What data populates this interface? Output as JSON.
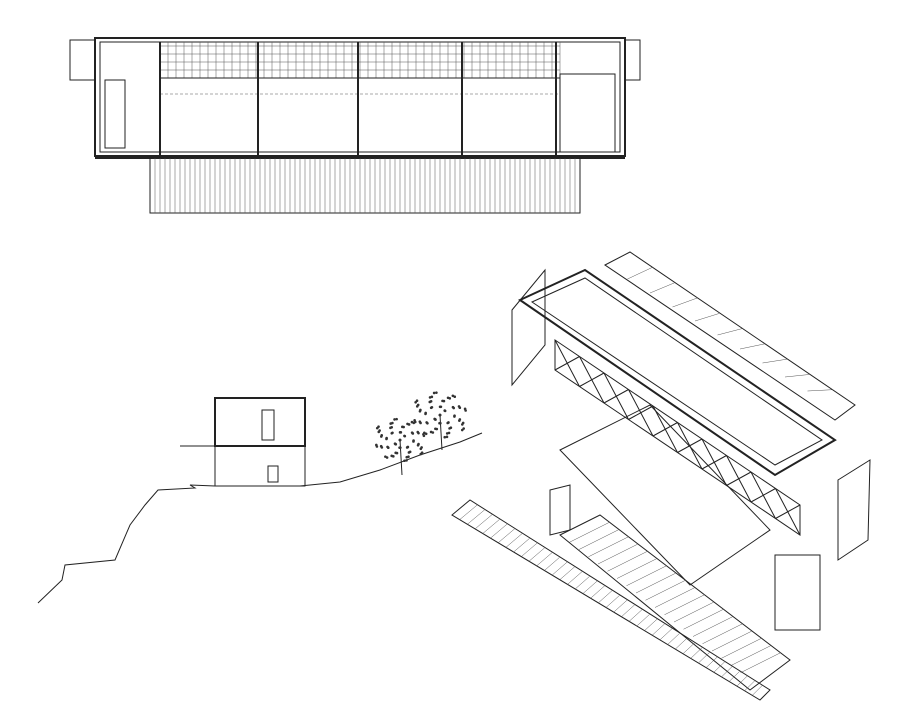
{
  "drawing": {
    "views": [
      "floor-plan",
      "site-section",
      "exploded-axonometric"
    ],
    "colors": {
      "line": "#222222",
      "background": "#ffffff"
    }
  }
}
